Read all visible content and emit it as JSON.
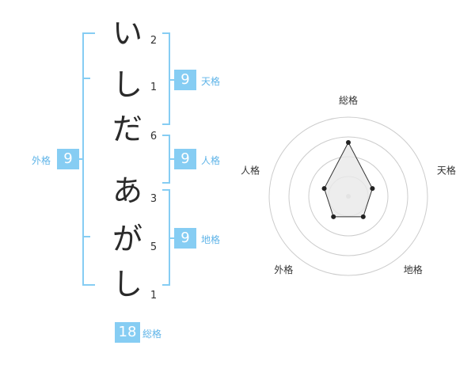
{
  "name_chars": [
    {
      "char": "い",
      "strokes": "2"
    },
    {
      "char": "し",
      "strokes": "1"
    },
    {
      "char": "だ",
      "strokes": "6"
    },
    {
      "char": "あ",
      "strokes": "3"
    },
    {
      "char": "が",
      "strokes": "5"
    },
    {
      "char": "し",
      "strokes": "1"
    }
  ],
  "kaku": {
    "tenkaku": {
      "label": "天格",
      "value": "9"
    },
    "jinkaku": {
      "label": "人格",
      "value": "9"
    },
    "chikaku": {
      "label": "地格",
      "value": "9"
    },
    "gaikaku": {
      "label": "外格",
      "value": "9"
    },
    "soukaku": {
      "label": "総格",
      "value": "18"
    }
  },
  "radar": {
    "axes": [
      "総格",
      "天格",
      "地格",
      "外格",
      "人格"
    ],
    "values": [
      0.68,
      0.32,
      0.32,
      0.32,
      0.32
    ],
    "max": 1,
    "rings": 4,
    "colors": {
      "ring": "#cccccc",
      "fill": "#e8e8e8",
      "stroke": "#333333",
      "point": "#222222"
    }
  }
}
